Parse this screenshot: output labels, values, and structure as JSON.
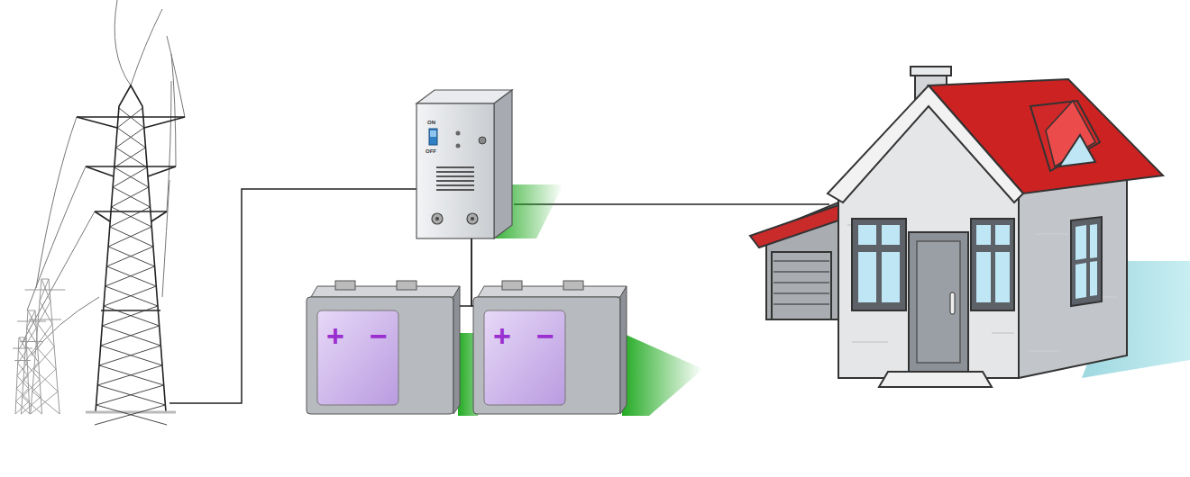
{
  "diagram": {
    "nodes": [
      {
        "text": [
          "ON",
          "OFF"
        ]
      },
      {
        "text": [
          "+",
          "−"
        ]
      },
      {
        "text": [
          "+",
          "−"
        ]
      }
    ],
    "edges": [
      {
        "from": 0,
        "to": 1,
        "arrow": "none"
      },
      {
        "from": 0,
        "to": 2,
        "arrow": "none"
      }
    ]
  }
}
